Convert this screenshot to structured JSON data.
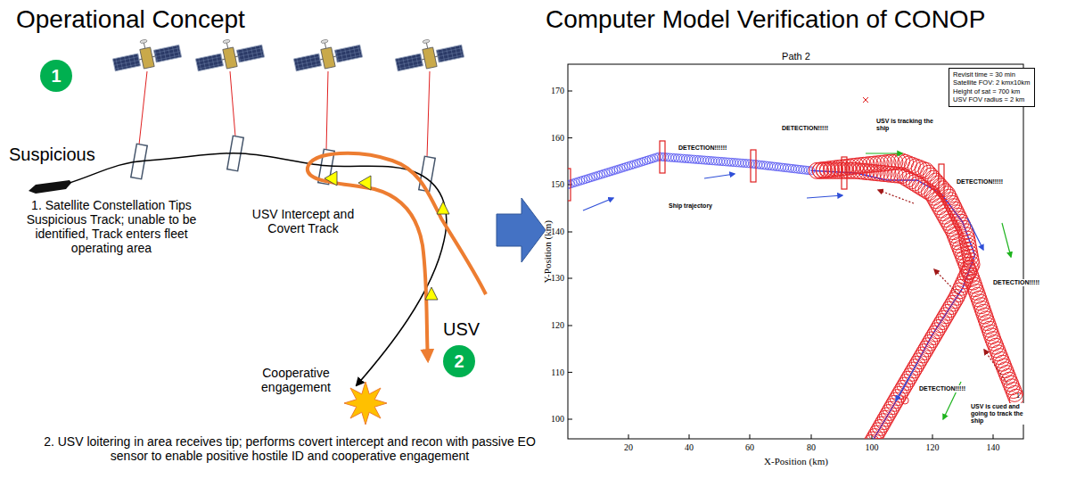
{
  "diagram": {
    "nodes": [
      {
        "text": [
          "1"
        ]
      },
      {
        "text": [
          "2"
        ]
      },
      {
        "text": [
          "Revisit time = 30 min",
          "Satellite FOV: 2 kmx10km",
          "Height of sat = 700 km",
          "USV FOV radius = 2 km"
        ]
      }
    ],
    "labels": [
      "Operational Concept",
      "Computer Model Verification of CONOP",
      "Suspicious",
      "1. Satellite Constellation Tips Suspicious Track; unable to be identified, Track enters fleet operating area",
      "USV Intercept and Covert Track",
      "USV",
      "Cooperative engagement",
      "2. USV loitering in area receives tip; performs covert intercept and recon with passive EO sensor to enable positive hostile ID and cooperative engagement",
      "Path 2",
      "170",
      "160",
      "150",
      "140",
      "130",
      "120",
      "110",
      "100",
      "20",
      "40",
      "60",
      "80",
      "100",
      "120",
      "140",
      "Y-Position (km)",
      "X-Position (km)",
      "DETECTION!!!!!!",
      "DETECTION!!!!!",
      "USV is tracking the ship",
      "Ship trajectory",
      "DETECTION!!!!!",
      "DETECTION!!!!!",
      "DETECTION!!!!!",
      "USV is cued and going to track the ship",
      "1"
    ]
  }
}
